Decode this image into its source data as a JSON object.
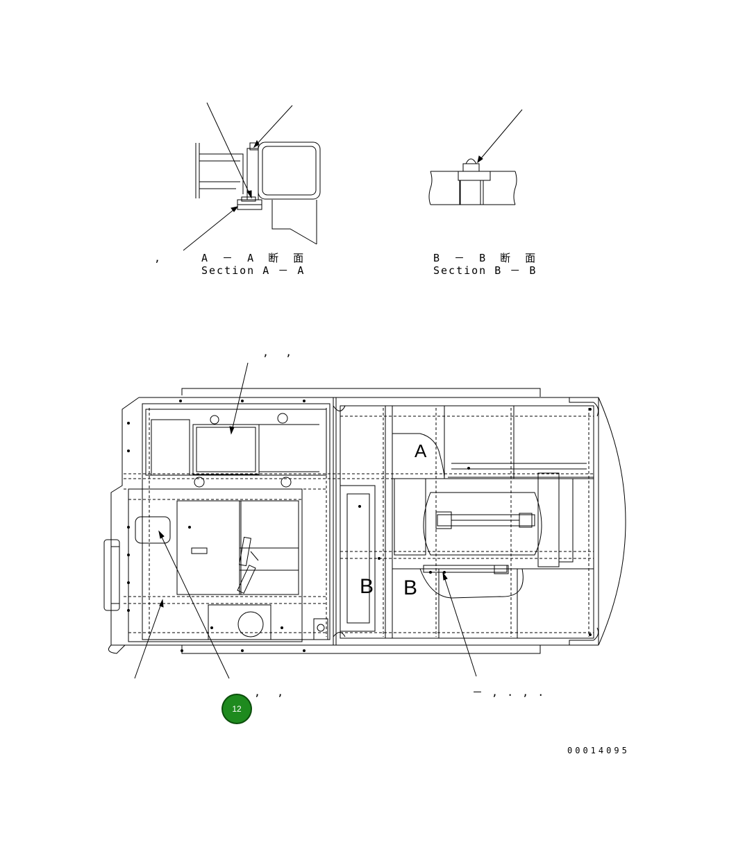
{
  "section_a": {
    "title_jp": "A － A 断 面",
    "title_en": "Section A － A",
    "mark_left": ","
  },
  "section_b": {
    "title_jp": "B － B 断 面",
    "title_en": "Section B － B"
  },
  "plan": {
    "top_callout": ",  ,",
    "bottom_callout_left": ",  ,",
    "bottom_callout_right": "－ , . , .",
    "label_a": "A",
    "label_b_inner": "B",
    "label_b_outer": "B"
  },
  "badge": {
    "number": "12",
    "color": "#1e8a1e"
  },
  "drawing_number": "00014095"
}
